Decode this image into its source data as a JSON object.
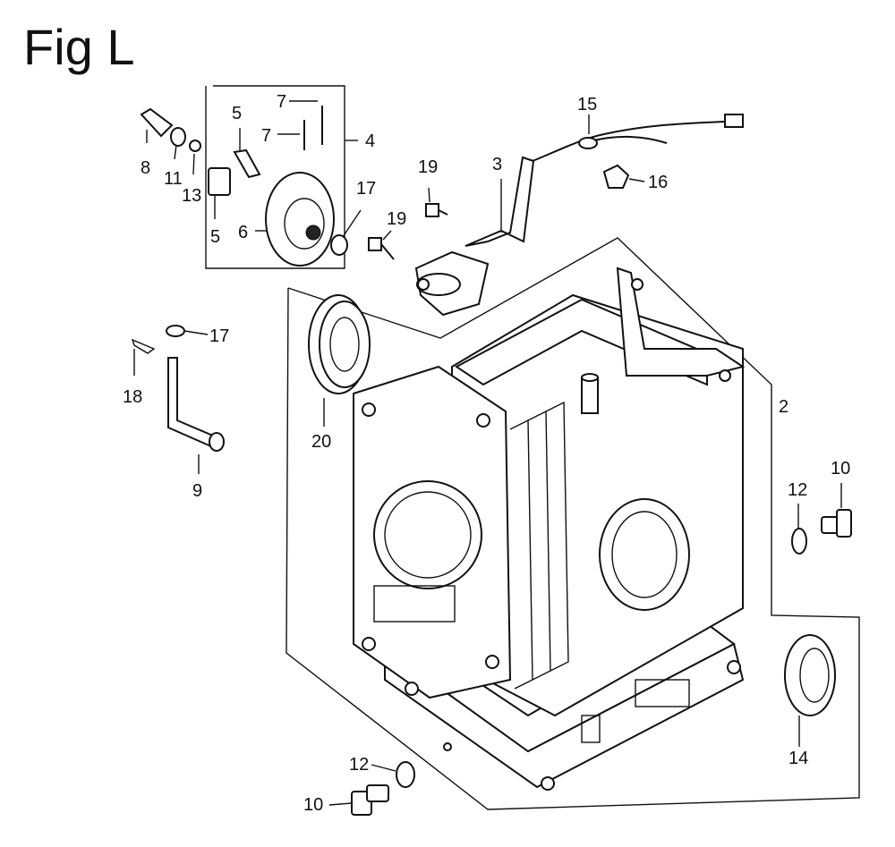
{
  "figure": {
    "title": "Fig L"
  },
  "callouts": {
    "c2": "2",
    "c3": "3",
    "c4": "4",
    "c5a": "5",
    "c5b": "5",
    "c6": "6",
    "c7a": "7",
    "c7b": "7",
    "c8": "8",
    "c9": "9",
    "c10a": "10",
    "c10b": "10",
    "c11": "11",
    "c12a": "12",
    "c12b": "12",
    "c13": "13",
    "c14": "14",
    "c15": "15",
    "c16": "16",
    "c17a": "17",
    "c17b": "17",
    "c18": "18",
    "c19a": "19",
    "c19b": "19",
    "c20": "20"
  }
}
